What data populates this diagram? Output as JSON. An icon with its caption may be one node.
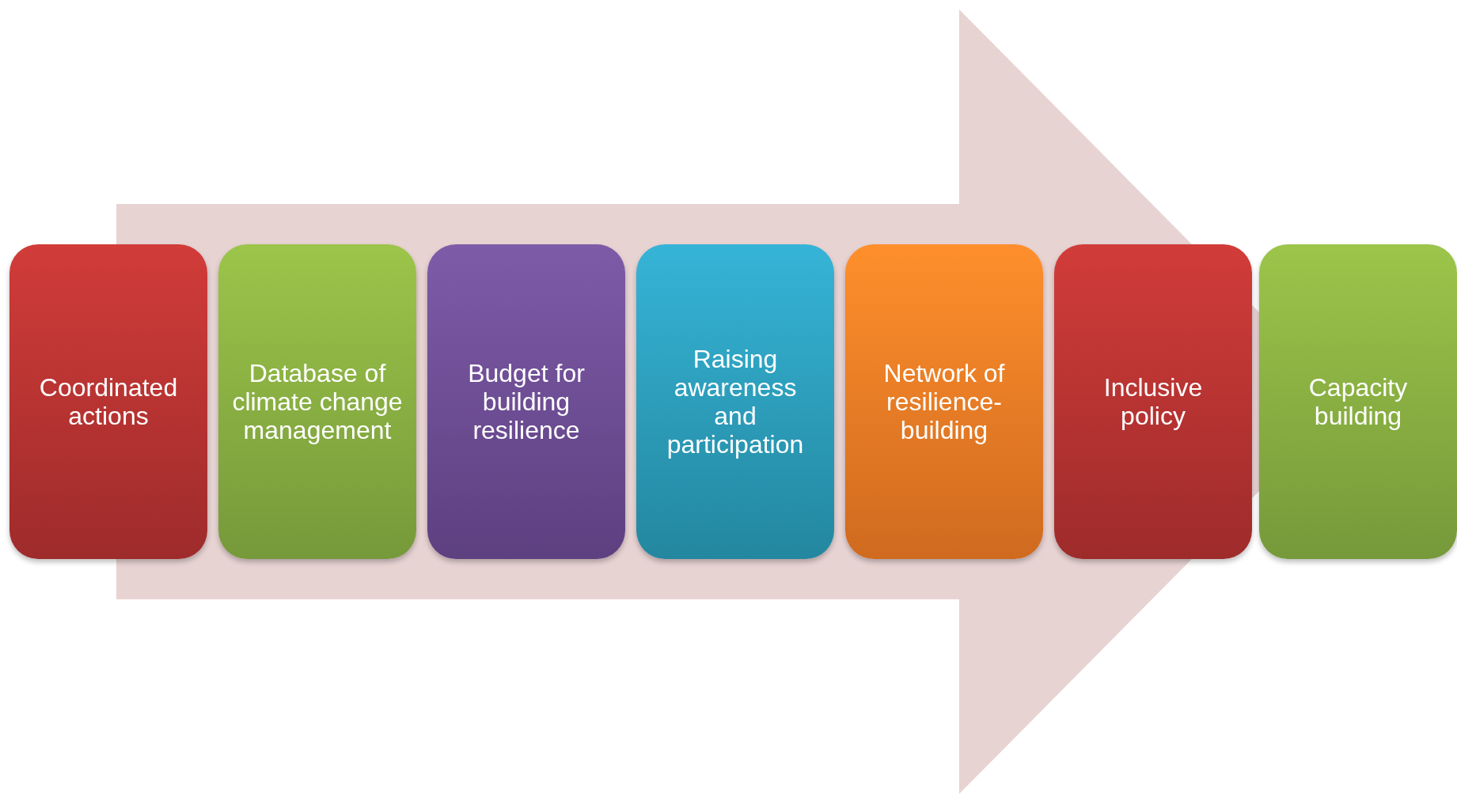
{
  "diagram": {
    "nodes": [
      {
        "text": [
          "Coordinated actions"
        ]
      },
      {
        "text": [
          "Database of climate change management"
        ]
      },
      {
        "text": [
          "Budget for building resilience"
        ]
      },
      {
        "text": [
          "Raising awareness and participation"
        ]
      },
      {
        "text": [
          "Network of resilience-building"
        ]
      },
      {
        "text": [
          "Inclusive policy"
        ]
      },
      {
        "text": [
          "Capacity building"
        ]
      }
    ],
    "edges": [
      {
        "from": 0,
        "to": 6,
        "arrow": "to"
      }
    ]
  }
}
